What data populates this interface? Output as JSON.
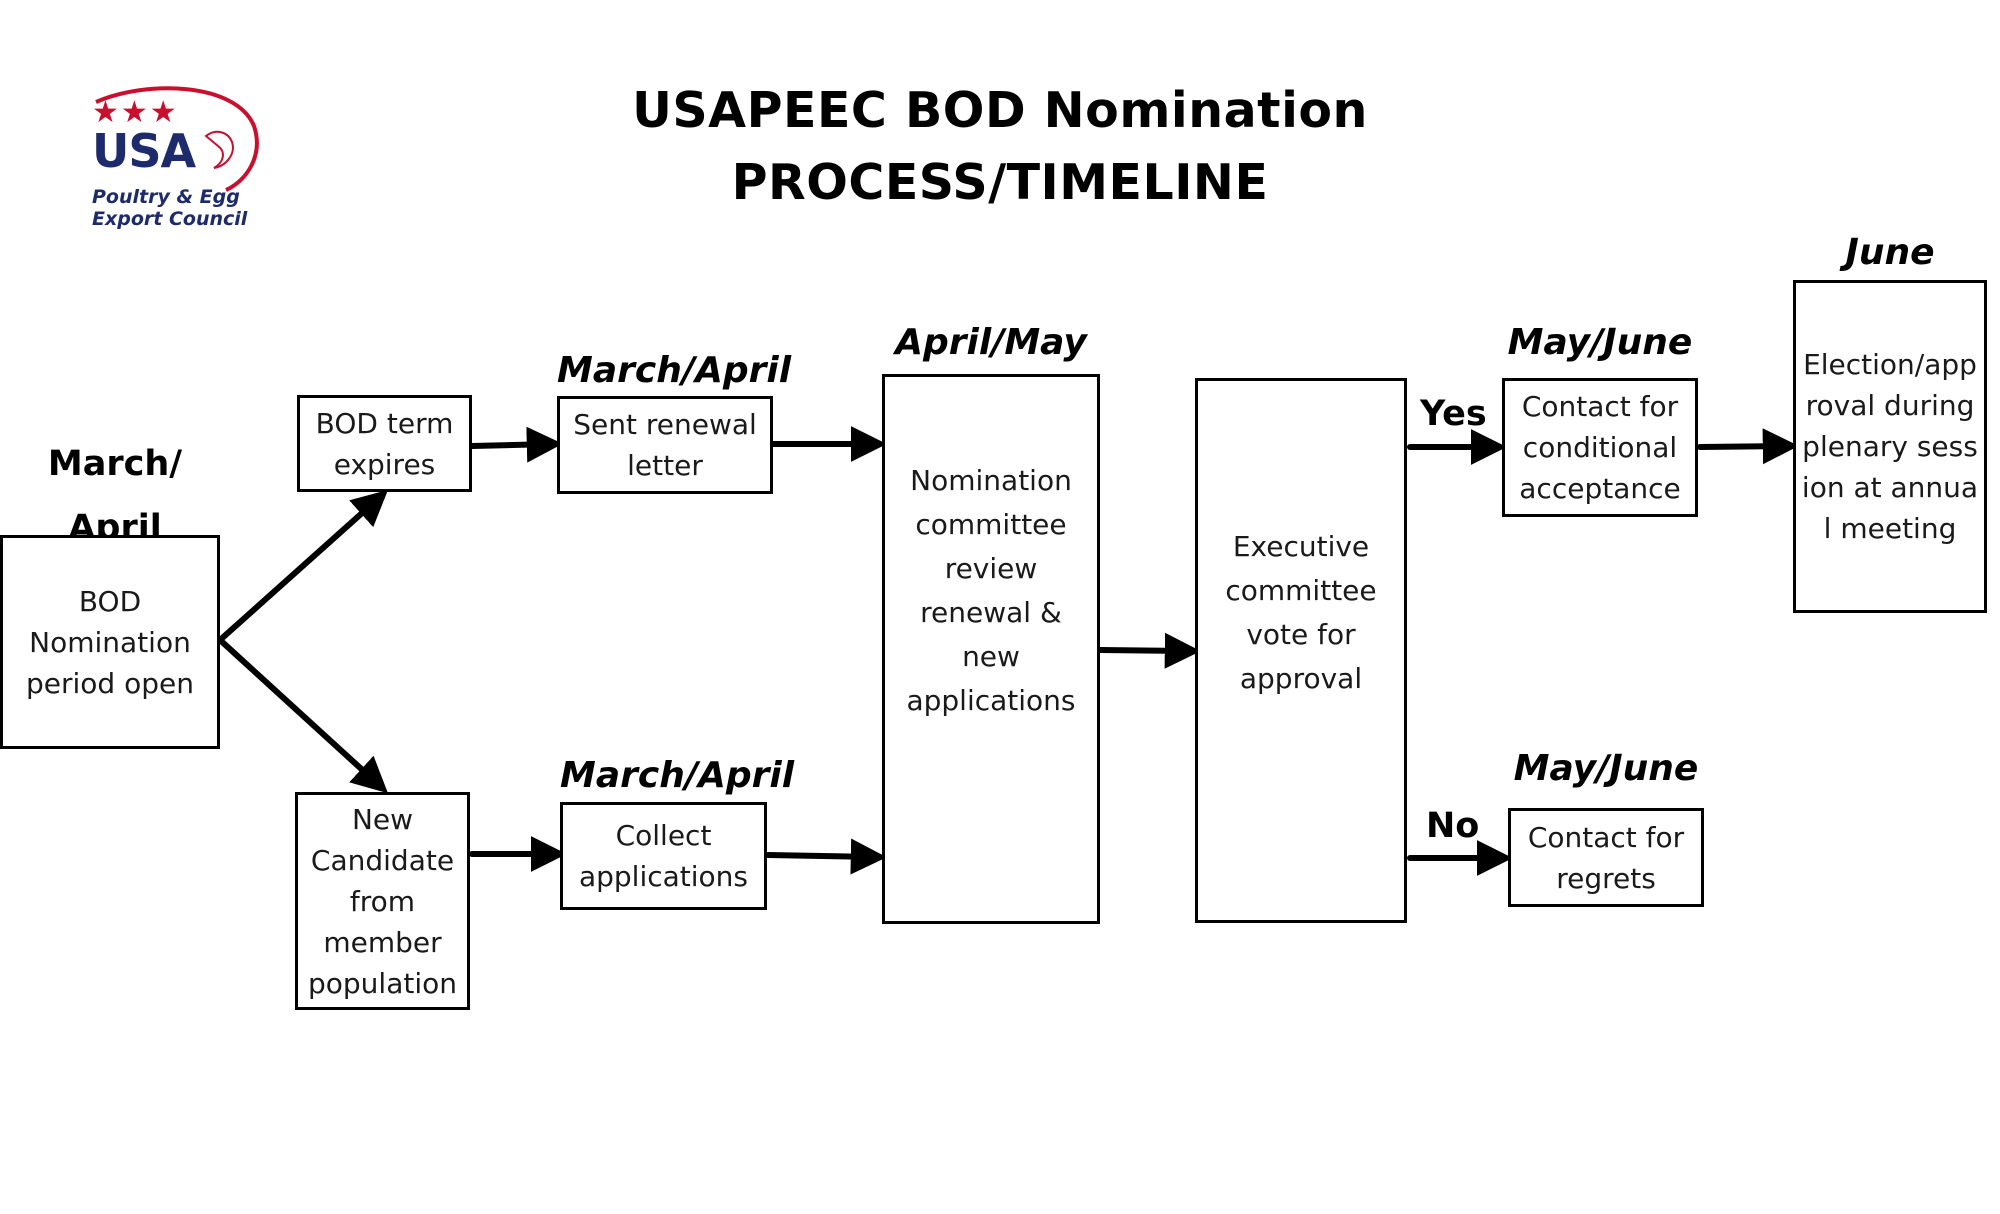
{
  "logo": {
    "stars": "★★★",
    "mark": "USA",
    "line1": "Poultry & Egg",
    "line2": "Export Council",
    "colors": {
      "navy": "#1d2a6b",
      "red": "#c8102e"
    }
  },
  "title": {
    "line1": "USAPEEC BOD Nomination",
    "line2": "PROCESS/TIMELINE"
  },
  "start": {
    "timeframe": "March/\nApril",
    "box": "BOD Nomination period open"
  },
  "upper_branch": {
    "box1": "BOD term expires",
    "timeframe": "March/April",
    "box2": "Sent renewal letter"
  },
  "lower_branch": {
    "box1": "New Candidate from member population",
    "timeframe": "March/April",
    "box2": "Collect applications"
  },
  "review": {
    "timeframe": "April/May",
    "box": "Nomination committee review renewal & new applications"
  },
  "vote": {
    "box": "Executive committee vote for approval"
  },
  "yes_path": {
    "label": "Yes",
    "timeframe": "May/June",
    "box": "Contact for conditional acceptance"
  },
  "no_path": {
    "label": "No",
    "timeframe": "May/June",
    "box": "Contact for regrets"
  },
  "election": {
    "timeframe": "June",
    "box": "Election/approval during plenary session at annual meeting"
  }
}
